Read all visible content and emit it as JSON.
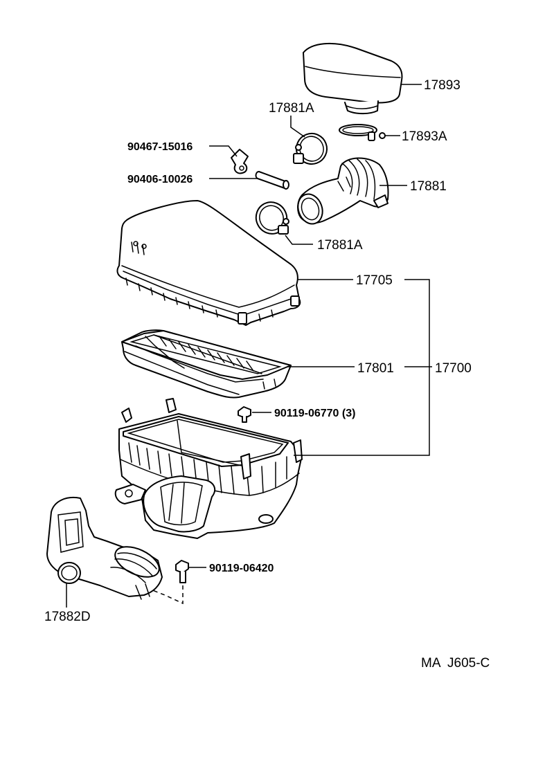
{
  "diagram": {
    "part_labels": {
      "p17893": "17893",
      "p17881A_top": "17881A",
      "p17893A": "17893A",
      "p90467": "90467-15016",
      "p90406": "90406-10026",
      "p17881": "17881",
      "p17881A_bottom": "17881A",
      "p17705": "17705",
      "p17801": "17801",
      "p17700": "17700",
      "p90119_06770": "90119-06770 (3)",
      "p90119_06420": "90119-06420",
      "p17882D": "17882D"
    },
    "reference_code": "MA  J605-C"
  }
}
